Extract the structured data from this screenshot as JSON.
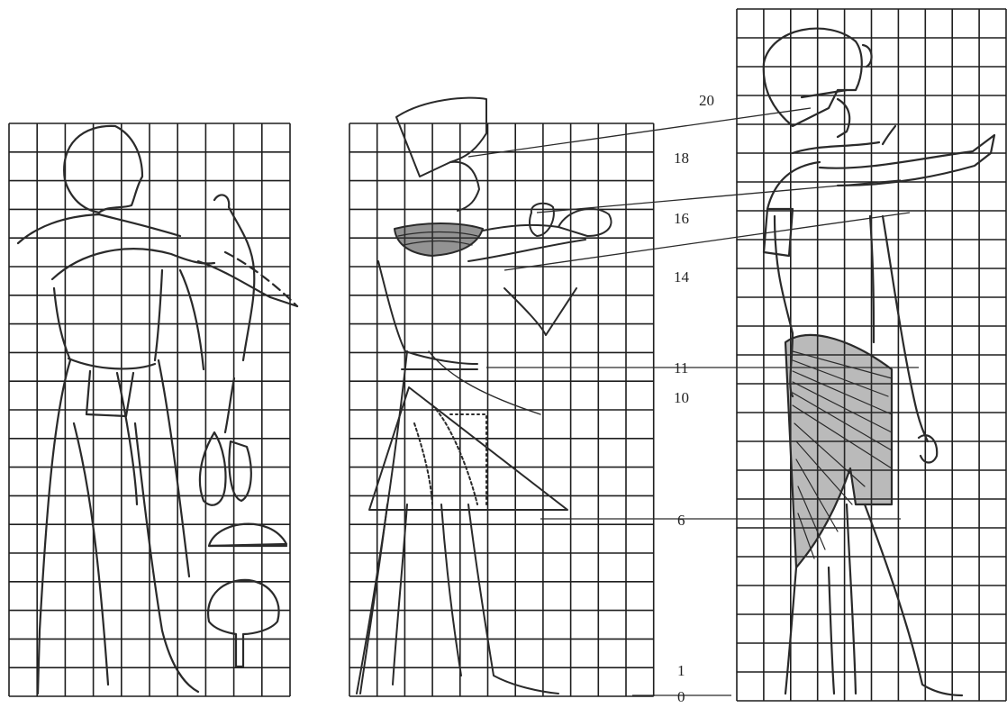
{
  "scale_labels": [
    "20",
    "18",
    "16",
    "14",
    "11",
    "10",
    "6",
    "1",
    "0"
  ],
  "colors": {
    "ink": "#2a2a2a",
    "grid": "#1e1e1e",
    "paper": "#ffffff"
  }
}
